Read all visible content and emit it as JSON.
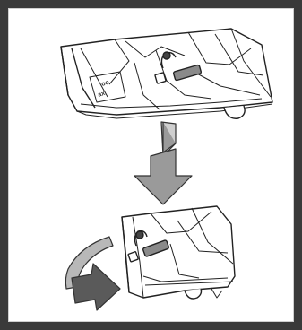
{
  "illustration": {
    "subject": "folded-garment-bag",
    "steps": 2,
    "stamp_text": [
      "oo",
      "ax."
    ],
    "colors": {
      "frame": "#3a3a3a",
      "panel": "#ffffff",
      "outline": "#222222",
      "down_arrow": "#9a9a9a",
      "curve_arrow_light": "#b8b8b8",
      "curve_arrow_dark": "#5a5a5a"
    }
  }
}
